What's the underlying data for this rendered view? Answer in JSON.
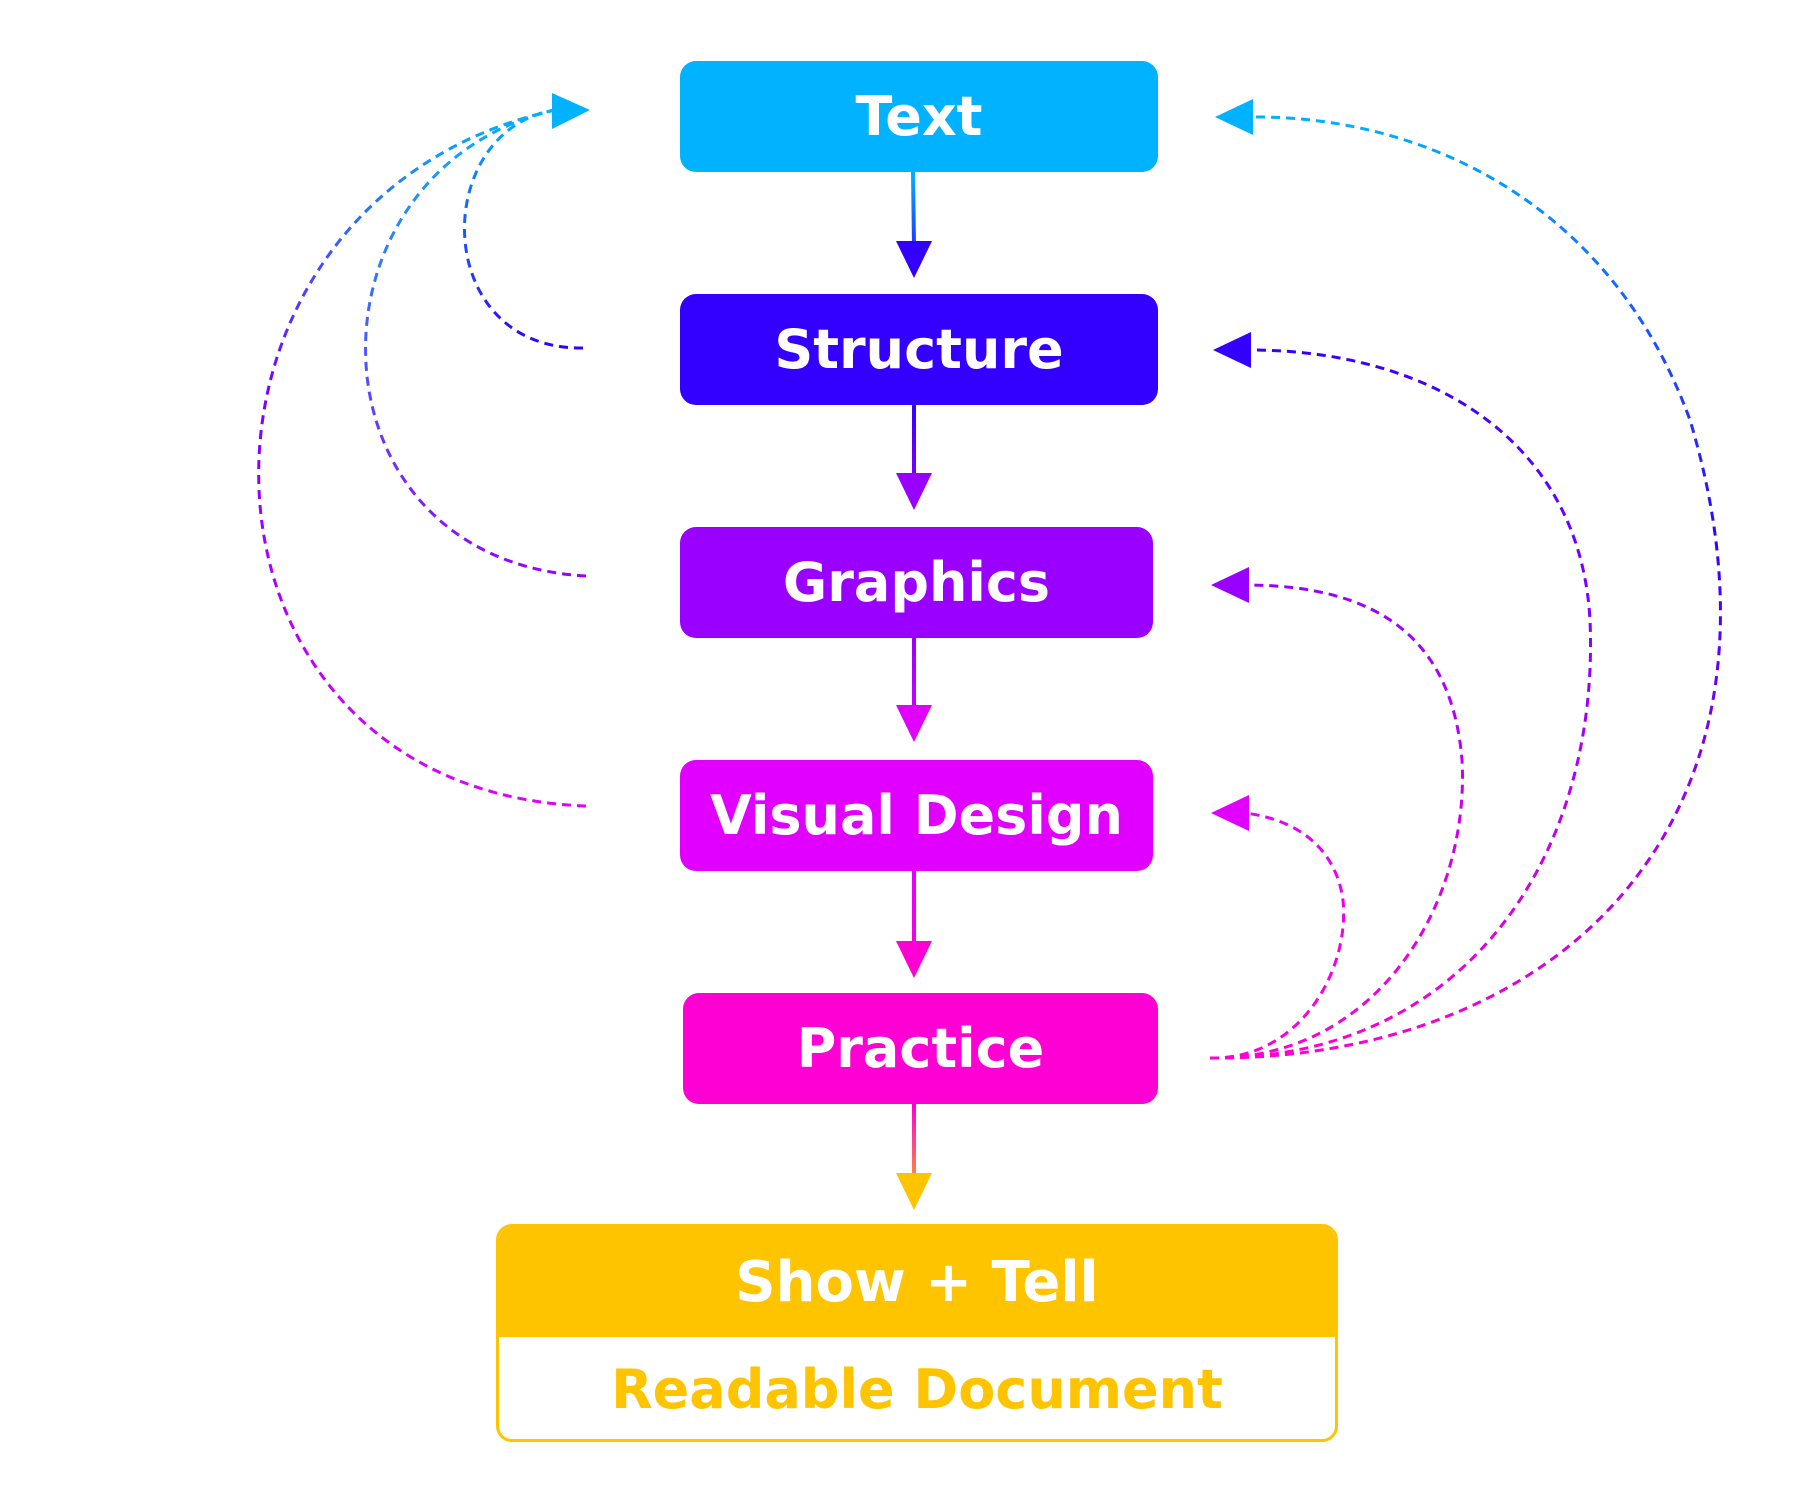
{
  "colors": {
    "text": "#00b2ff",
    "structure": "#3300ff",
    "graphics": "#9900ff",
    "visual_design": "#e100ff",
    "practice": "#ff00d4",
    "output": "#ffc400"
  },
  "nodes": {
    "text": "Text",
    "structure": "Structure",
    "graphics": "Graphics",
    "visual_design": "Visual Design",
    "practice": "Practice"
  },
  "output": {
    "title": "Show + Tell",
    "subtitle": "Readable Document"
  }
}
